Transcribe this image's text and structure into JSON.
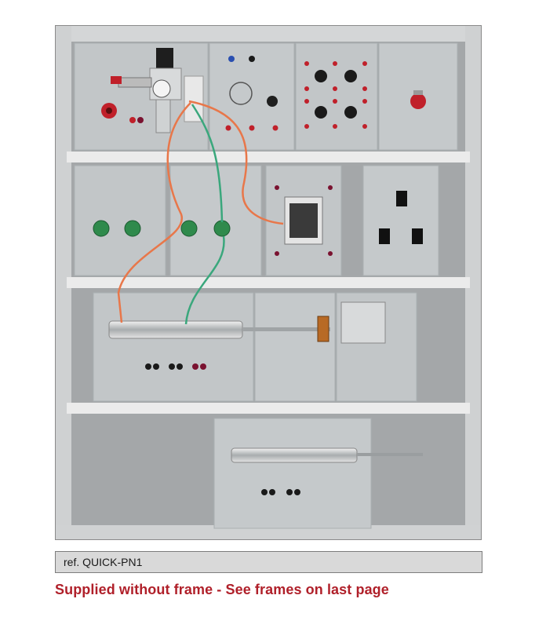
{
  "product": {
    "reference": "ref. QUICK-PN1",
    "note": "Supplied without frame - See frames on last page"
  },
  "photo": {
    "subject": "pneumatic-training-panel-photo",
    "colors": {
      "frame": "#c9cbcc",
      "shelf": "#e6e6e6",
      "module": "#bfc3c5",
      "background": "#9ea1a3",
      "tube_orange": "#e8774a",
      "tube_green": "#3aa77c",
      "socket_red": "#c0202a",
      "button_green": "#2f8a4c"
    }
  }
}
